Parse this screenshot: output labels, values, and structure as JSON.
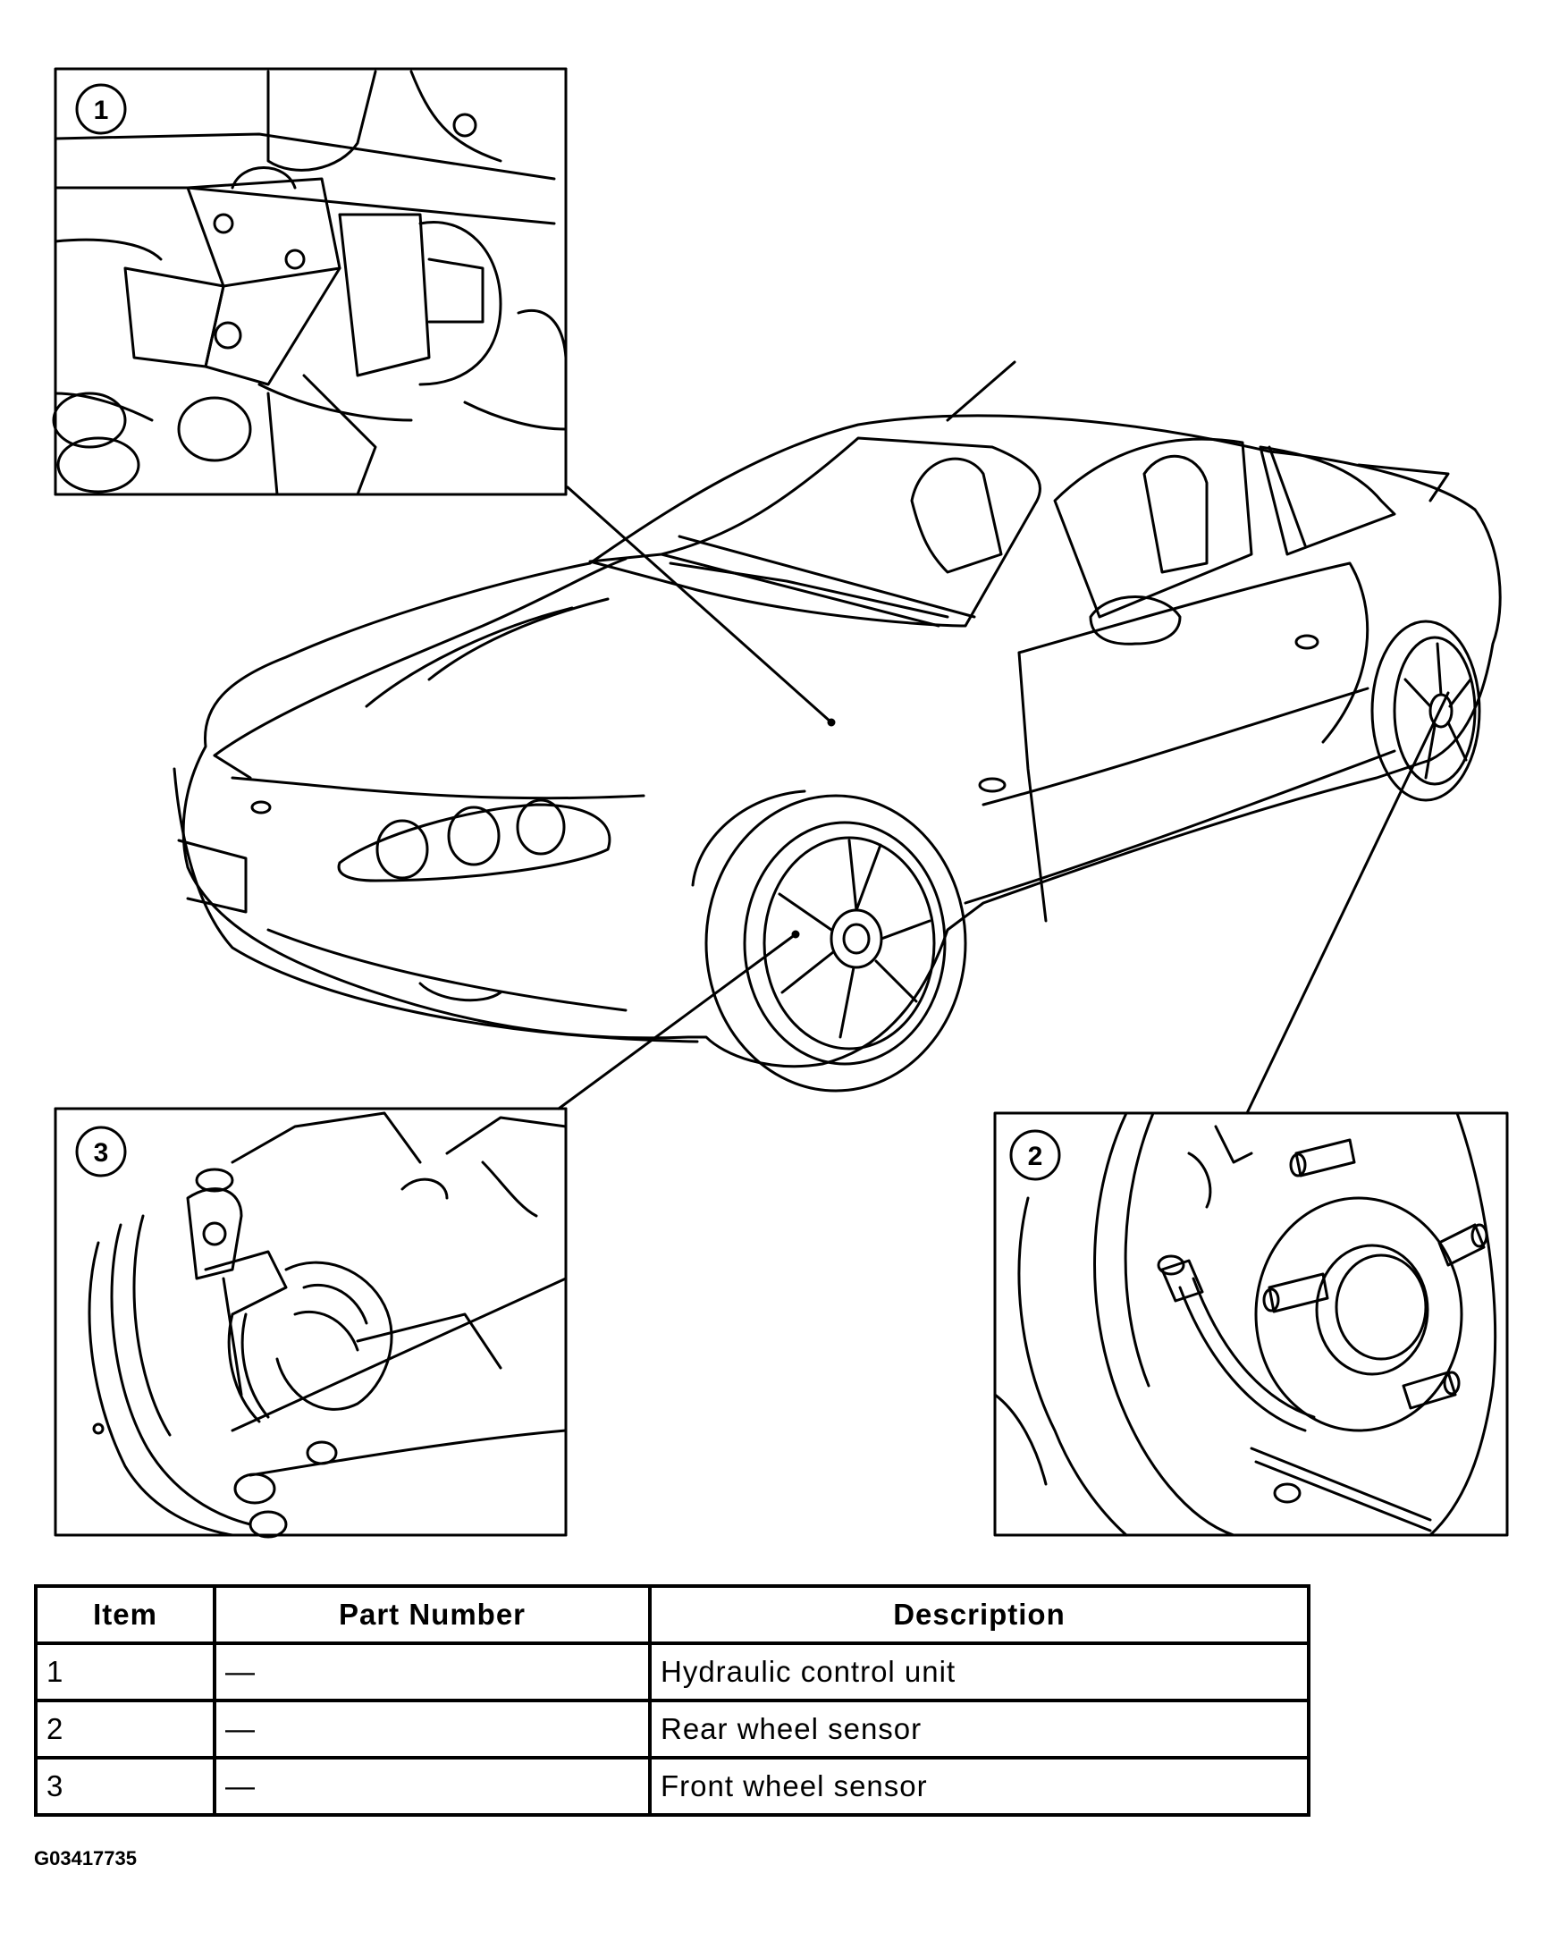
{
  "callouts": [
    {
      "number": "1"
    },
    {
      "number": "2"
    },
    {
      "number": "3"
    }
  ],
  "table": {
    "headers": [
      "Item",
      "Part Number",
      "Description"
    ],
    "rows": [
      {
        "item": "1",
        "part_number": "—",
        "description": "Hydraulic control unit"
      },
      {
        "item": "2",
        "part_number": "—",
        "description": "Rear wheel sensor"
      },
      {
        "item": "3",
        "part_number": "—",
        "description": "Front wheel sensor"
      }
    ]
  },
  "figure_id": "G03417735",
  "colors": {
    "line": "#000000",
    "background": "#ffffff"
  }
}
